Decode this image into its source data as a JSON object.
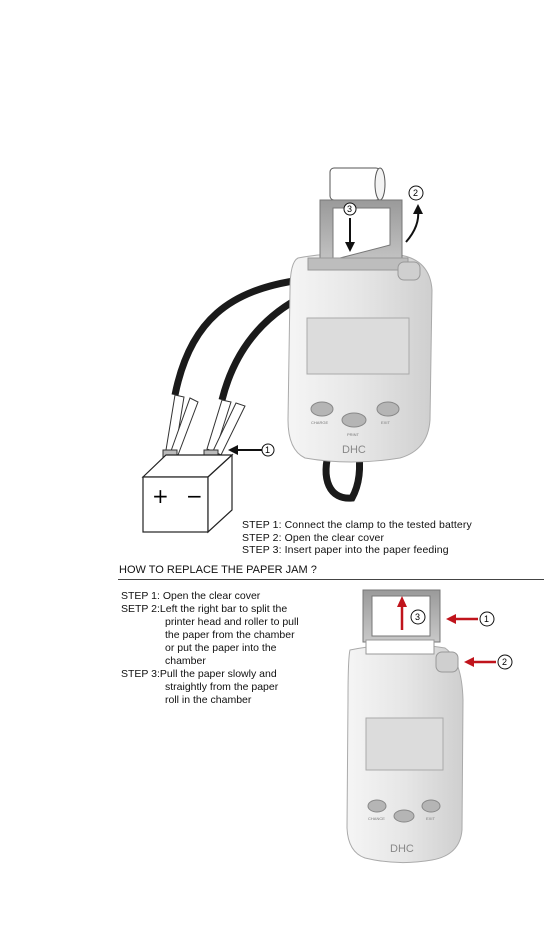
{
  "diagram1": {
    "callouts": [
      "1",
      "2",
      "3"
    ],
    "battery_plus": "+",
    "battery_minus": "−",
    "device_brand": "DHC",
    "button_labels": [
      "CHARGE",
      "",
      "EXIT"
    ],
    "center_label": "PRINT"
  },
  "instructions_top": {
    "step1": "STEP 1: Connect the clamp to the tested battery",
    "step2": "STEP 2: Open the clear cover",
    "step3": "STEP 3: Insert paper into the paper feeding"
  },
  "paper_jam": {
    "title": "HOW TO REPLACE THE PAPER JAM ?",
    "step1": "STEP 1: Open the clear cover",
    "step2_label": "SETP 2: ",
    "step2_lines": [
      "Left the right bar to split the",
      "printer head and roller to pull",
      "the paper from the chamber",
      "or put the paper into the",
      "chamber"
    ],
    "step3_label": "STEP 3: ",
    "step3_lines": [
      "Pull the paper slowly and",
      "straightly  from the paper",
      "roll in the chamber"
    ]
  },
  "diagram2": {
    "callouts": [
      "1",
      "2",
      "3"
    ],
    "device_brand": "DHC",
    "button_labels": [
      "CHANCE",
      "",
      "EXIT"
    ]
  },
  "colors": {
    "arrow_red": "#c0141c",
    "device_body": "#e4e4e4",
    "cable": "#1a1a1a"
  }
}
